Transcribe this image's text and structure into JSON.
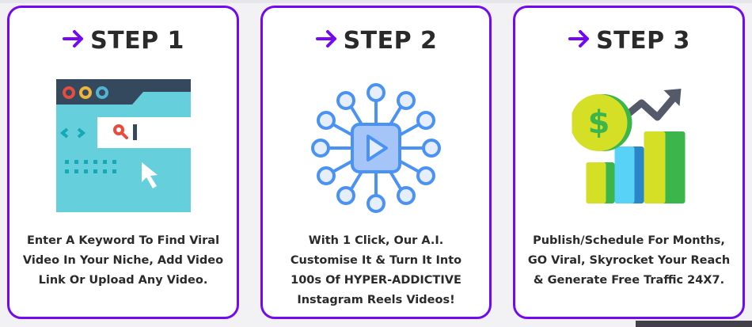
{
  "steps": [
    {
      "title": "STEP 1",
      "arrow_icon": "arrow-right-icon",
      "illustration": "browser-search-icon",
      "description": "Enter A Keyword To Find Viral Video In Your Niche, Add Video Link Or Upload Any Video."
    },
    {
      "title": "STEP 2",
      "arrow_icon": "arrow-right-icon",
      "illustration": "video-network-icon",
      "description": "With 1 Click, Our A.I. Customise It & Turn It Into 100s Of HYPER-ADDICTIVE Instagram Reels Videos!"
    },
    {
      "title": "STEP 3",
      "arrow_icon": "arrow-right-icon",
      "illustration": "money-growth-chart-icon",
      "description": "Publish/Schedule For Months, GO Viral, Skyrocket Your Reach & Generate Free Traffic 24X7."
    }
  ],
  "colors": {
    "accent": "#7309f2",
    "text": "#2a2a2a"
  }
}
